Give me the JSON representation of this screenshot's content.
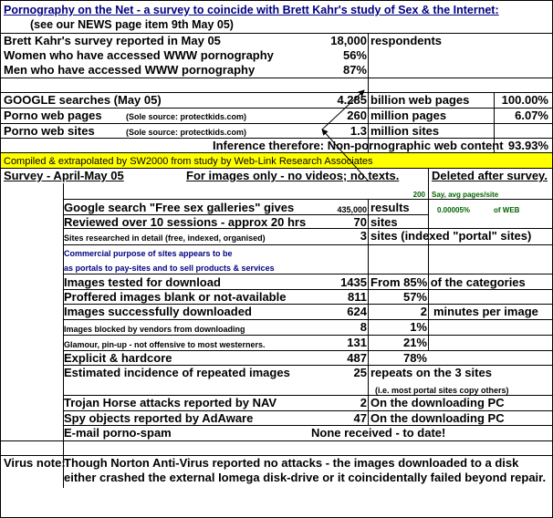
{
  "header": {
    "title": "Pornography on the Net - a survey to coincide with Brett Kahr's study of Sex & the Internet:",
    "subtitle": "(see our NEWS page item 9th May 05)"
  },
  "summary_rows": [
    {
      "label": "Brett Kahr's survey reported in May 05",
      "value": "18,000",
      "unit": "respondents"
    },
    {
      "label": "Women who have accessed WWW pornography",
      "value": "56%",
      "unit": ""
    },
    {
      "label": "Men who have accessed WWW pornography",
      "value": "87%",
      "unit": ""
    }
  ],
  "google": {
    "row1": {
      "label": "GOOGLE searches (May 05)",
      "value": "4.285",
      "unit": "billion web pages",
      "pct": "100.00%"
    },
    "row2": {
      "label": "Porno web pages",
      "note": "(Sole source: protectkids.com)",
      "value": "260",
      "unit": "million pages",
      "pct": "6.07%"
    },
    "row3": {
      "label": "Porno web sites",
      "note": "(Sole source: protectkids.com)",
      "value": "1.3",
      "unit": "million sites",
      "pct": ""
    },
    "inference_label": "Inference therefore: Non-pornographic web content",
    "inference_pct": "93.93%"
  },
  "banner": "Compiled & extrapolated by SW2000 from study by Web-Link Research Associates",
  "survey_header": {
    "title": "Survey - April-May 05",
    "scope": "For images only - no videos; no texts.",
    "deleted": "Deleted after survey."
  },
  "side_notes": {
    "say_value": "200",
    "say_label": "Say, avg pages/site",
    "pct_value": "0.00005%",
    "pct_label": "of WEB"
  },
  "survey_rows": [
    {
      "label": "Google search \"Free sex galleries\" gives",
      "value": "435,000",
      "unit": "results"
    },
    {
      "label": "Reviewed over 10 sessions - approx 20 hrs",
      "value": "70",
      "unit": "sites"
    },
    {
      "label": "Sites researched in detail (free, indexed, organised)",
      "value": "3",
      "unit": "sites (indexed \"portal\" sites)"
    }
  ],
  "purpose": {
    "line1": "Commercial purpose of sites appears to be",
    "line2": "as portals to pay-sites and to sell products & services"
  },
  "image_rows": [
    {
      "label": "Images tested for download",
      "value": "1435",
      "pct": "From 85% of the categories"
    },
    {
      "label": "Proffered images blank or not-available",
      "value": "811",
      "pct": "57%"
    },
    {
      "label": "Images successfully downloaded",
      "value": "624",
      "pct": "2",
      "extra": "minutes per image"
    },
    {
      "label": "Images blocked by vendors from downloading",
      "value": "8",
      "pct": "1%"
    },
    {
      "label": "Glamour, pin-up - not offensive to most westerners.",
      "value": "131",
      "pct": "21%"
    },
    {
      "label": "Explicit & hardcore",
      "value": "487",
      "pct": "78%"
    },
    {
      "label": "Estimated incidence of repeated images",
      "value": "25",
      "pct": "repeats on the 3 sites"
    }
  ],
  "repeat_note": "(i.e. most portal sites copy others)",
  "threat_rows": [
    {
      "label": "Trojan Horse attacks reported by NAV",
      "value": "2",
      "note": "On the downloading PC"
    },
    {
      "label": "Spy objects reported by AdAware",
      "value": "47",
      "note": "On the downloading PC"
    },
    {
      "label": "E-mail porno-spam",
      "value": "None received - to date!",
      "note": ""
    }
  ],
  "virus": {
    "label": "Virus note:",
    "line1": "Though Norton Anti-Virus reported no attacks - the images downloaded to a disk",
    "line2": "either crashed the external Iomega disk-drive or it coincidentally failed beyond repair."
  },
  "colors": {
    "banner": "#ffff00",
    "navy": "#000080",
    "green": "#006400"
  }
}
